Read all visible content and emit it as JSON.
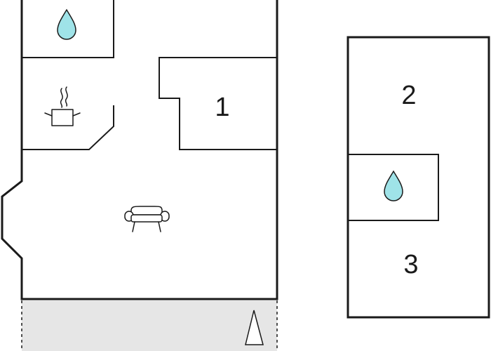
{
  "rooms": {
    "bedroom_1": "1",
    "bedroom_2": "2",
    "bedroom_3": "3"
  },
  "icons": {
    "bathroom_top": "water-drop-icon",
    "bathroom_right": "water-drop-icon",
    "kitchen": "cooking-pot-icon",
    "living": "sofa-icon",
    "compass": "north-arrow-icon"
  },
  "colors": {
    "wall": "#1a1a1a",
    "water": "#9fe3e8",
    "terrace": "#e6e6e6",
    "background": "#ffffff"
  }
}
